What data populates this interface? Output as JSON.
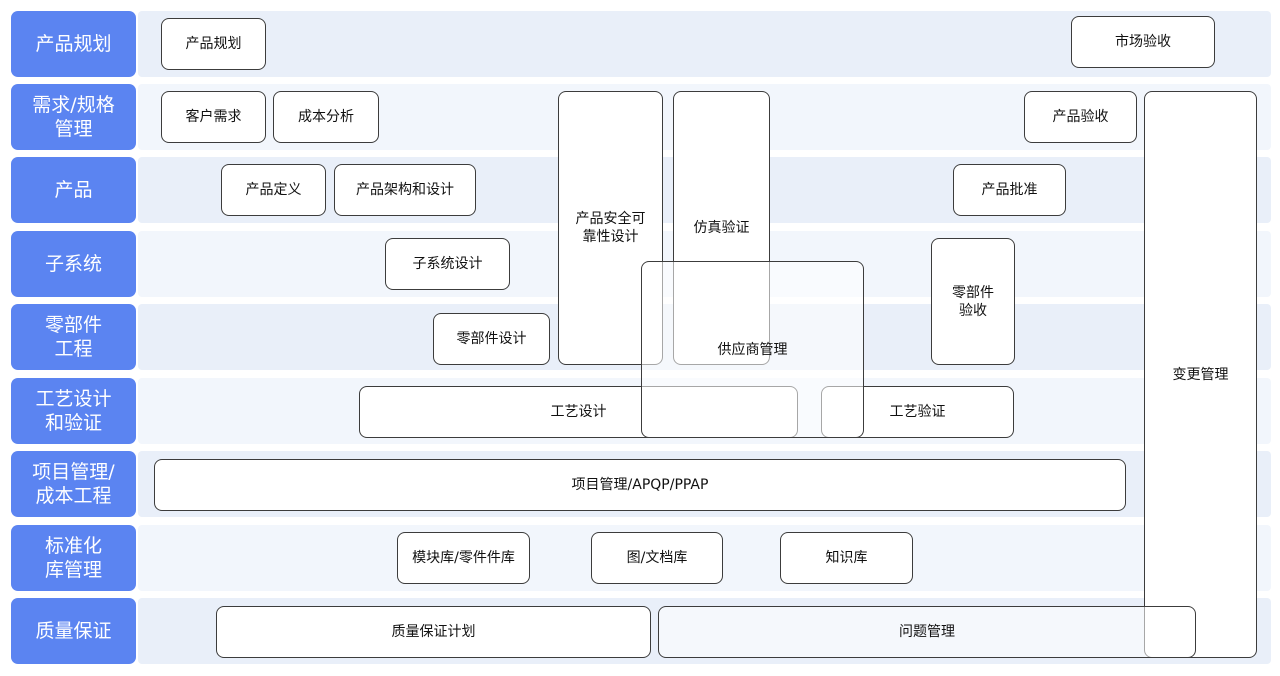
{
  "lanes": [
    "产品规划",
    "需求/规格管理",
    "产品",
    "子系统",
    "零部件工程",
    "工艺设计和验证",
    "项目管理/成本工程",
    "标准化库管理",
    "质量保证"
  ],
  "boxes": {
    "product_planning": "产品规划",
    "market_acceptance": "市场验收",
    "customer_requirements": "客户需求",
    "cost_analysis": "成本分析",
    "product_acceptance": "产品验收",
    "product_definition": "产品定义",
    "product_architecture": "产品架构和设计",
    "product_safety": "产品安全可靠性设计",
    "simulation_verification": "仿真验证",
    "product_approval": "产品批准",
    "change_management": "变更管理",
    "subsystem_design": "子系统设计",
    "part_design": "零部件设计",
    "part_acceptance": "零部件验收",
    "supplier_management": "供应商管理",
    "process_design": "工艺设计",
    "process_verification": "工艺验证",
    "project_management": "项目管理/APQP/PPAP",
    "module_library": "模块库/零件件库",
    "drawing_library": "图/文档库",
    "knowledge_base": "知识库",
    "quality_plan": "质量保证计划",
    "issue_management": "问题管理"
  }
}
